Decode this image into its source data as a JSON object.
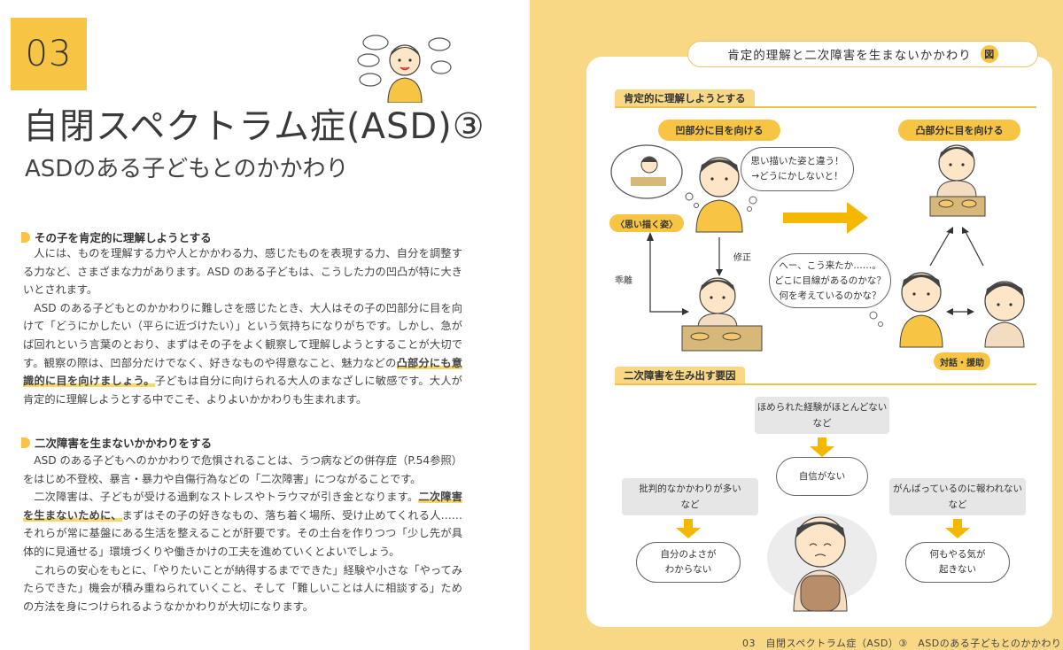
{
  "left": {
    "chapter_number": "03",
    "title": "自閉スペクトラム症(ASD)③",
    "subtitle": "ASDのある子どもとのかかわり",
    "section1": {
      "heading": "その子を肯定的に理解しようとする",
      "p1": "人には、ものを理解する力や人とかかわる力、感じたものを表現する力、自分を調整する力など、さまざまな力があります。ASD のある子どもは、こうした力の凹凸が特に大きいとされます。",
      "p2a": "ASD のある子どもとのかかわりに難しさを感じたとき、大人はその子の凹部分に目を向けて「どうにかしたい（平らに近づけたい）」という気持ちになりがちです。しかし、急がば回れという言葉のとおり、まずはその子をよく観察して理解しようとすることが大切です。観察の際は、凹部分だけでなく、好きなものや得意なこと、魅力などの",
      "p2hl": "凸部分にも意識的に目を向けましょう。",
      "p2b": "子どもは自分に向けられる大人のまなざしに敏感です。大人が肯定的に理解しようとする中でこそ、よりよいかかわりも生まれます。"
    },
    "section2": {
      "heading": "二次障害を生まないかかわりをする",
      "p1": "ASD のある子どもへのかかわりで危惧されることは、うつ病などの併存症（P.54参照）をはじめ不登校、暴言・暴力や自傷行為などの「二次障害」につながることです。",
      "p2a": "二次障害は、子どもが受ける過剰なストレスやトラウマが引き金となります。",
      "p2hl": "二次障害を生まないために、",
      "p2b": "まずはその子の好きなもの、落ち着く場所、受け止めてくれる人……それらが常に基盤にある生活を整えることが肝要です。その土台を作りつつ「少し先が具体的に見通せる」環境づくりや働きかけの工夫を進めていくとよいでしょう。",
      "p3": "これらの安心をもとに、「やりたいことが納得するまでできた」経験や小さな「やってみたらできた」機会が積み重ねられていくこと、そして「難しいことは人に相談する」ための方法を身につけられるようなかかわりが大切になります。"
    }
  },
  "right": {
    "figure_title": "肯定的理解と二次障害を生まないかかわり",
    "figure_badge": "図",
    "band1": "肯定的に理解しようとする",
    "pill_concave": "凹部分に目を向ける",
    "pill_convex": "凸部分に目を向ける",
    "bubble_ideal": "思い描いた姿と違う！\n→どうにかしないと！",
    "label_ideal": "〈思い描く姿〉",
    "label_fix": "修正",
    "label_gap": "乖離",
    "bubble_curious": "へー、こう来たか……。\nどこに目線があるのかな？\n何を考えているのかな？",
    "label_dialog": "対話・援助",
    "band2": "二次障害を生み出す要因",
    "cause_praise": "ほめられた経験がほとんどない\nなど",
    "effect_confidence": "自信がない",
    "cause_criticism": "批判的なかかわりが多い\nなど",
    "effect_selfworth": "自分のよさが\nわからない",
    "cause_effort": "がんばっているのに報われない\nなど",
    "effect_motivation": "何もやる気が\n起きない",
    "footer": "03　自閉スペクトラム症（ASD）③　ASDのある子どもとのかかわり"
  },
  "colors": {
    "accent": "#f7c543",
    "page_bg": "#f9d885",
    "arrow": "#f5b800"
  },
  "icons": [
    "child-illustration",
    "speech-bubble-icon",
    "arrow-right-icon",
    "arrow-down-icon"
  ]
}
